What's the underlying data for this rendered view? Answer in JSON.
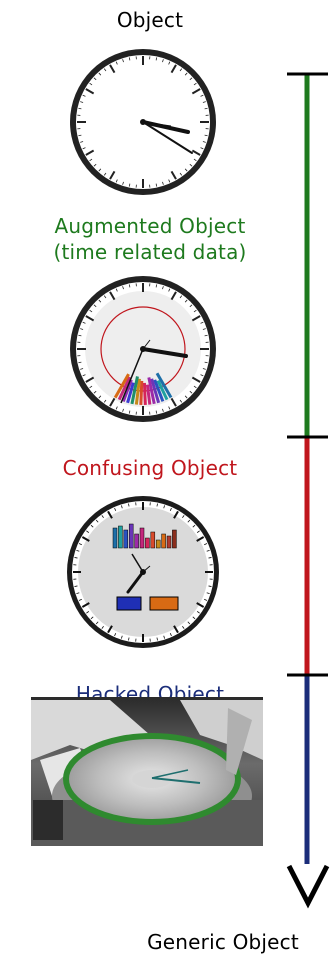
{
  "stages": [
    {
      "id": "object",
      "label": "Object",
      "color": "#000000"
    },
    {
      "id": "augmented",
      "label_lines": [
        "Augmented Object",
        "(time related data)"
      ],
      "color": "#1e7a1e"
    },
    {
      "id": "confusing",
      "label": "Confusing Object",
      "color": "#c0161d"
    },
    {
      "id": "hacked",
      "label": "Hacked Object",
      "color": "#1b2d7a"
    }
  ],
  "scale": {
    "end_label": "Generic Object",
    "segment_colors": [
      "#1e7a1e",
      "#c0161d",
      "#1b2d7a"
    ]
  }
}
